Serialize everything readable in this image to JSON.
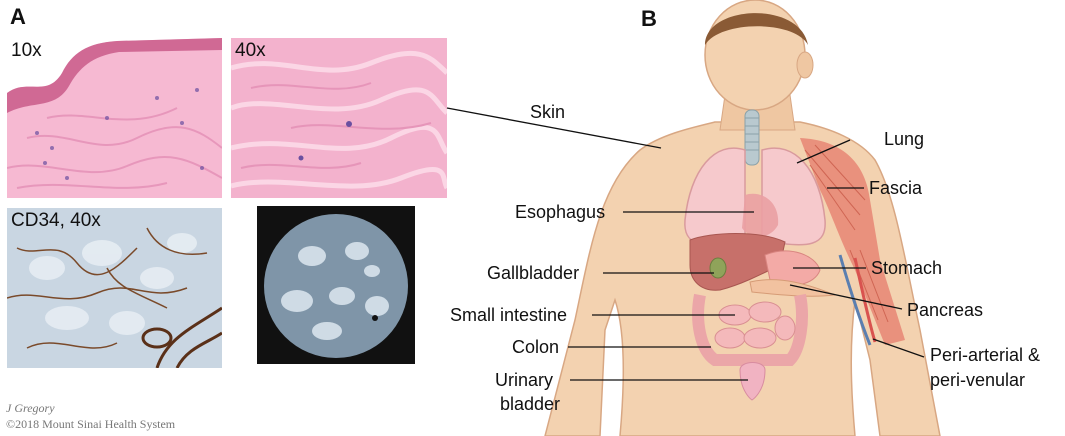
{
  "panels": {
    "a_label": "A",
    "b_label": "B"
  },
  "histology": {
    "tile_10x": "10x",
    "tile_40x": "40x",
    "tile_cd34": "CD34, 40x"
  },
  "credits": {
    "artist": "J Gregory",
    "copyright": "©2018 Mount Sinai Health System"
  },
  "organs": {
    "skin": "Skin",
    "lung": "Lung",
    "fascia": "Fascia",
    "esophagus": "Esophagus",
    "gallbladder": "Gallbladder",
    "stomach": "Stomach",
    "pancreas": "Pancreas",
    "small_intestine": "Small intestine",
    "colon": "Colon",
    "urinary_bladder_1": "Urinary",
    "urinary_bladder_2": "bladder",
    "vessel_1": "Peri-arterial &",
    "vessel_2": "peri-venular"
  },
  "colors": {
    "he_pink": "#f2a6c6",
    "epidermis": "#c95a8a",
    "cd34_bg": "#c7d3df",
    "cd34_stain": "#7a4a2a",
    "skin_tone": "#f3d2b0",
    "organ_pink": "#f0b7b9",
    "liver": "#c7706a",
    "muscle": "#e88a78",
    "artery": "#d9534f",
    "vein": "#5b7fb0"
  }
}
